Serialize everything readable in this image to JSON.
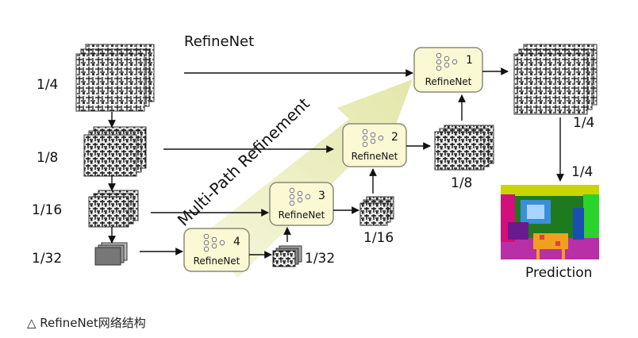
{
  "title": "RefineNet",
  "input_scale_labels": [
    "1/4",
    "1/8",
    "1/16",
    "1/32"
  ],
  "refinenet_blocks": [
    {
      "index": "1",
      "name": "RefineNet"
    },
    {
      "index": "2",
      "name": "RefineNet"
    },
    {
      "index": "3",
      "name": "RefineNet"
    },
    {
      "index": "4",
      "name": "RefineNet"
    }
  ],
  "output_scale_labels": [
    "1/4",
    "1/8",
    "1/16",
    "1/32"
  ],
  "multi_path_label": "Multi-Path Refinement",
  "prediction_scale": "1/4",
  "prediction_label": "Prediction",
  "caption": "△ RefineNet网络结构",
  "colors": {
    "block_fill": "#fbf8d4",
    "block_stroke": "#8a8a7a",
    "big_arrow": "#e8eab0",
    "line": "#111111"
  }
}
